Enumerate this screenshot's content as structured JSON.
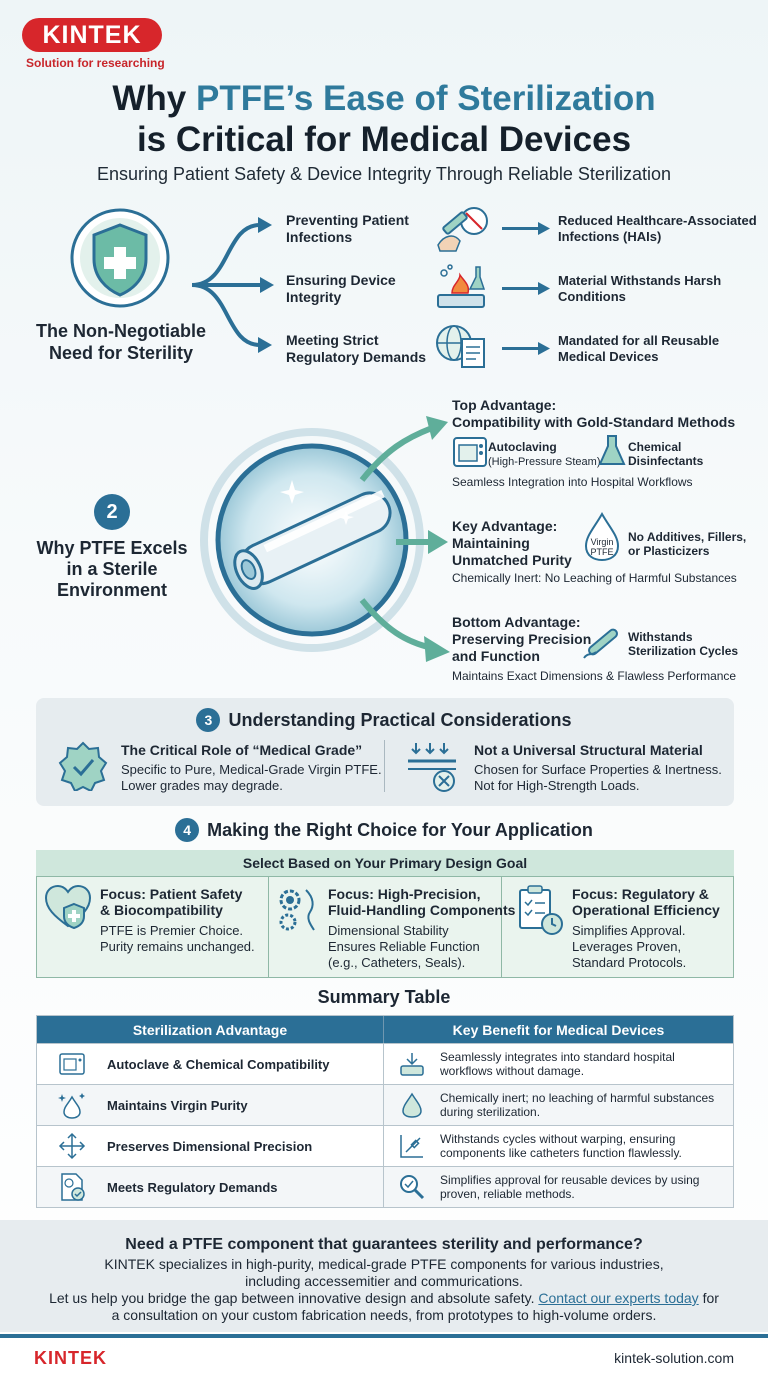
{
  "brand": {
    "logo": "KINTEK",
    "tagline": "Solution for researching"
  },
  "header": {
    "title_prefix": "Why ",
    "title_highlight": "PTFE’s Ease of Sterilization",
    "title_line2": "is Critical for Medical Devices",
    "subtitle": "Ensuring Patient Safety & Device Integrity Through Reliable Sterilization"
  },
  "section1": {
    "label_line1": "The Non-Negotiable",
    "label_line2": "Need for Sterility",
    "rows": [
      {
        "need_l1": "Preventing Patient",
        "need_l2": "Infections",
        "result_l1": "Reduced Healthcare-Associated",
        "result_l2": "Infections (HAIs)"
      },
      {
        "need_l1": "Ensuring Device",
        "need_l2": "Integrity",
        "result_l1": "Material Withstands Harsh",
        "result_l2": "Conditions"
      },
      {
        "need_l1": "Meeting Strict",
        "need_l2": "Regulatory Demands",
        "result_l1": "Mandated for all Reusable",
        "result_l2": "Medical Devices"
      }
    ]
  },
  "section2": {
    "number": "2",
    "label_line1": "Why PTFE Excels",
    "label_line2": "in a Sterile",
    "label_line3": "Environment",
    "top": {
      "title_l1": "Top Advantage:",
      "title_l2": "Compatibility with Gold-Standard Methods",
      "item1_l1": "Autoclaving",
      "item1_l2": "(High-Pressure Steam)",
      "item2_l1": "Chemical",
      "item2_l2": "Disinfectants",
      "note": "Seamless Integration into Hospital Workflows"
    },
    "key": {
      "title_l1": "Key Advantage:",
      "title_l2": "Maintaining",
      "title_l3": "Unmatched Purity",
      "drop_l1": "Virgin",
      "drop_l2": "PTFE",
      "item_l1": "No Additives, Fillers,",
      "item_l2": "or Plasticizers",
      "note": "Chemically Inert: No Leaching of Harmful Substances"
    },
    "bottom": {
      "title_l1": "Bottom Advantage:",
      "title_l2": "Preserving Precision",
      "title_l3": "and Function",
      "item_l1": "Withstands",
      "item_l2": "Sterilization Cycles",
      "note": "Maintains Exact Dimensions & Flawless Performance"
    }
  },
  "section3": {
    "number": "3",
    "title": "Understanding Practical Considerations",
    "left": {
      "heading": "The Critical Role of “Medical Grade”",
      "line1": "Specific to Pure, Medical-Grade Virgin PTFE.",
      "line2": "Lower grades may degrade."
    },
    "right": {
      "heading": "Not a Universal Structural Material",
      "line1": "Chosen for Surface Properties & Inertness.",
      "line2": "Not for High-Strength Loads."
    }
  },
  "section4": {
    "number": "4",
    "title": "Making the Right Choice for Your Application",
    "box_header": "Select Based on Your Primary Design Goal",
    "cols": [
      {
        "h1": "Focus: Patient Safety",
        "h2": "& Biocompatibility",
        "t1": "PTFE is Premier Choice.",
        "t2": "Purity remains unchanged.",
        "t3": ""
      },
      {
        "h1": "Focus: High-Precision,",
        "h2": "Fluid-Handling Components",
        "t1": "Dimensional Stability",
        "t2": "Ensures Reliable Function",
        "t3": "(e.g., Catheters, Seals)."
      },
      {
        "h1": "Focus: Regulatory &",
        "h2": "Operational Efficiency",
        "t1": "Simplifies Approval.",
        "t2": "Leverages Proven,",
        "t3": "Standard Protocols."
      }
    ]
  },
  "summary": {
    "title": "Summary Table",
    "col1": "Sterilization Advantage",
    "col2": "Key Benefit for Medical Devices",
    "rows": [
      {
        "adv": "Autoclave & Chemical Compatibility",
        "ben1": "Seamlessly integrates into standard hospital",
        "ben2": "workflows without damage."
      },
      {
        "adv": "Maintains Virgin Purity",
        "ben1": "Chemically inert; no leaching of harmful substances",
        "ben2": "during sterilization."
      },
      {
        "adv": "Preserves Dimensional Precision",
        "ben1": "Withstands cycles without warping, ensuring",
        "ben2": "components like catheters function flawlessly."
      },
      {
        "adv": "Meets Regulatory Demands",
        "ben1": "Simplifies approval for reusable devices by using",
        "ben2": "proven, reliable methods."
      }
    ]
  },
  "cta": {
    "heading": "Need a PTFE component that guarantees sterility and performance?",
    "line1": "KINTEK specializes in high-purity, medical-grade PTFE components for various industries,",
    "line2": "including accessemitier and commurications.",
    "line3_pre": "Let us help you bridge the gap between innovative design and absolute safety. ",
    "link": "Contact our experts today",
    "line3_post": " for",
    "line4": "a consultation on your custom fabrication needs, from prototypes to high-volume orders."
  },
  "footer": {
    "logo": "KINTEK",
    "url": "kintek-solution.com"
  },
  "colors": {
    "brand_red": "#d7262b",
    "accent_blue": "#2b6f96",
    "teal": "#5fae9a",
    "title_highlight": "#2f7a9c"
  }
}
